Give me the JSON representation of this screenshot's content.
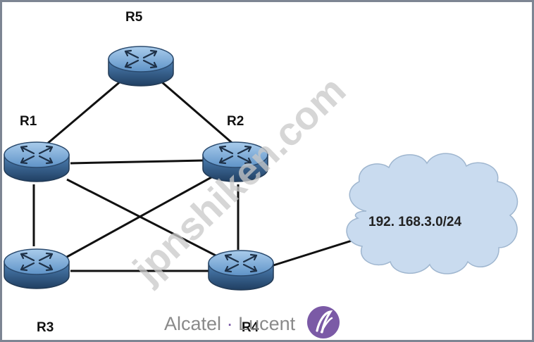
{
  "diagram": {
    "routers": [
      {
        "id": "R5",
        "label": "R5"
      },
      {
        "id": "R1",
        "label": "R1"
      },
      {
        "id": "R2",
        "label": "R2"
      },
      {
        "id": "R3",
        "label": "R3"
      },
      {
        "id": "R4",
        "label": "R4"
      }
    ],
    "links": [
      [
        "R5",
        "R1"
      ],
      [
        "R5",
        "R2"
      ],
      [
        "R1",
        "R2"
      ],
      [
        "R1",
        "R3"
      ],
      [
        "R1",
        "R4"
      ],
      [
        "R2",
        "R3"
      ],
      [
        "R2",
        "R4"
      ],
      [
        "R3",
        "R4"
      ],
      [
        "R4",
        "network"
      ]
    ],
    "network": {
      "label": "192. 168.3.0/24",
      "shape": "cloud",
      "color": "#c9dbef"
    },
    "colors": {
      "router_body": "#3f73a6",
      "router_top": "#7fb0dc",
      "link": "#111111"
    }
  },
  "watermark": {
    "text": "jpnshiken.com"
  },
  "brand": {
    "name_left": "Alcatel",
    "separator": "·",
    "name_right": "Lucent",
    "logo_icon": "alcatel-lucent-logo-icon",
    "color": "#7b5aa6"
  }
}
